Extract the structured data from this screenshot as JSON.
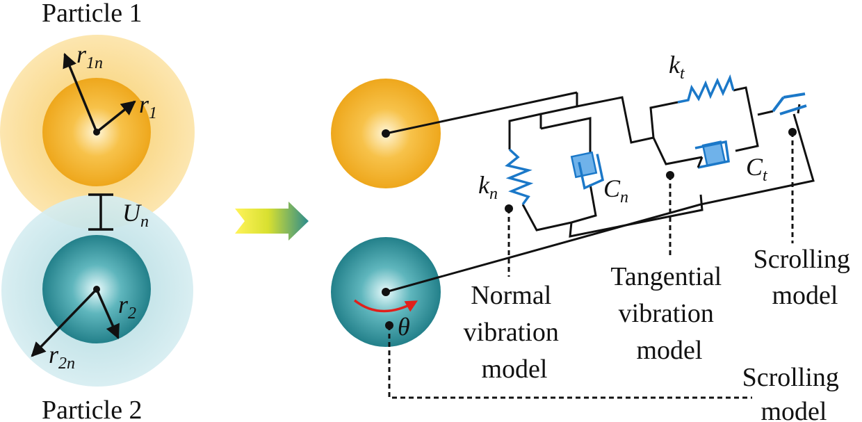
{
  "labels": {
    "particle1": "Particle 1",
    "particle2": "Particle 2",
    "r1n_main": "r",
    "r1n_sub": "1n",
    "r1_main": "r",
    "r1_sub": "1",
    "r2_main": "r",
    "r2_sub": "2",
    "r2n_main": "r",
    "r2n_sub": "2n",
    "un_main": "U",
    "un_sub": "n",
    "kn_main": "k",
    "kn_sub": "n",
    "cn_main": "C",
    "cn_sub": "n",
    "kt_main": "k",
    "kt_sub": "t",
    "ct_main": "C",
    "ct_sub": "t",
    "theta": "θ",
    "normal_model": [
      "Normal",
      "vibration",
      "model"
    ],
    "tangential_model": [
      "Tangential",
      "vibration",
      "model"
    ],
    "scrolling_model_upper": [
      "Scrolling",
      "model"
    ],
    "scrolling_model_lower": [
      "Scrolling",
      "model"
    ]
  },
  "colors": {
    "particle1": "#f3b32d",
    "particle1_halo": "#fbdf9c",
    "particle2": "#2f8f98",
    "particle2_halo": "#c4e4ea",
    "spring": "#1b78c8",
    "rotation_arrow": "#e0201b",
    "line": "#111111"
  }
}
